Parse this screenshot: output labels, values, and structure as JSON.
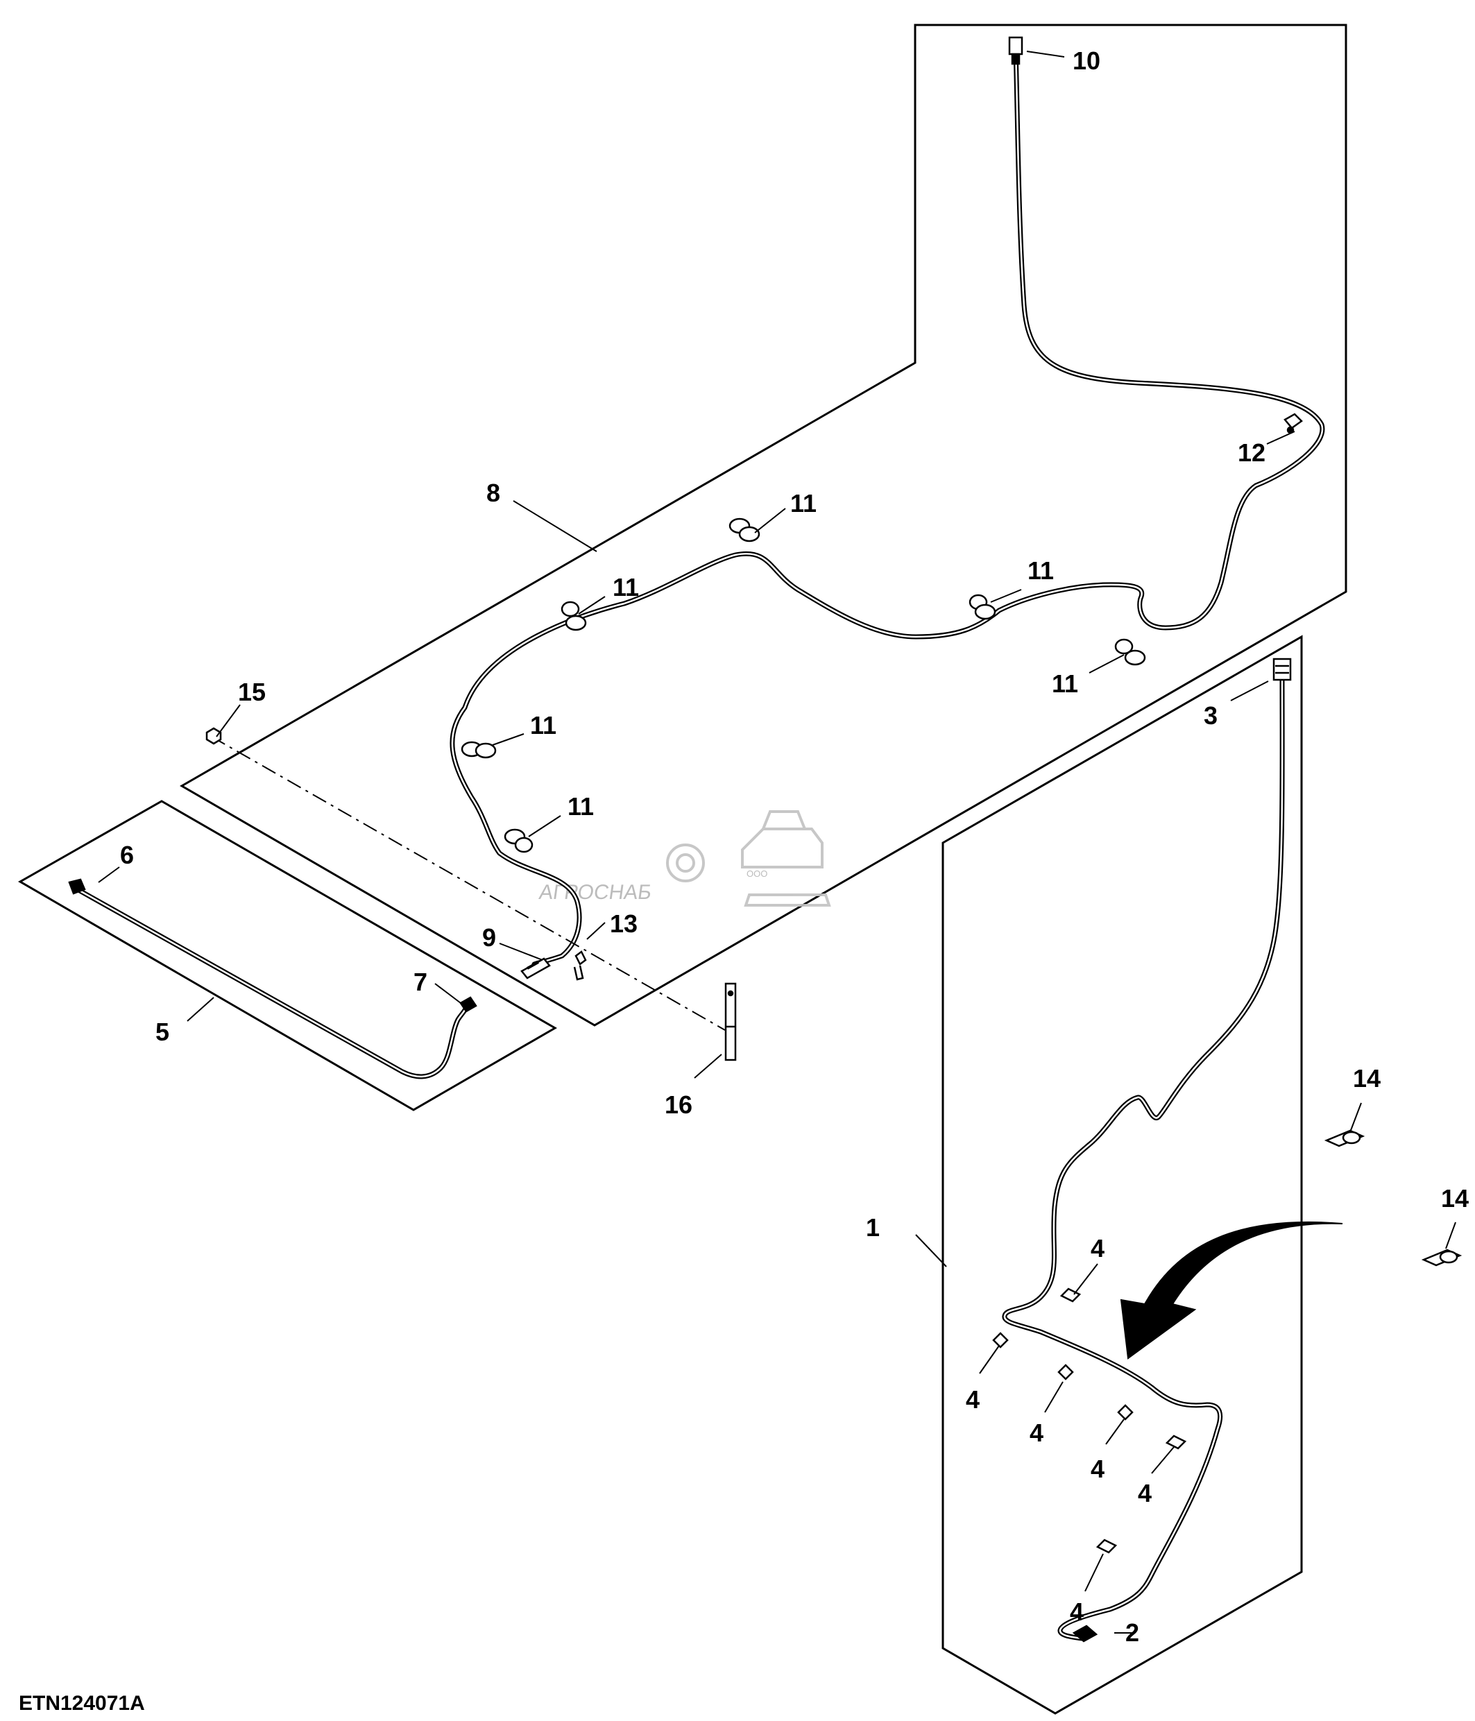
{
  "figure_id": "ETN124071A",
  "watermark": {
    "prefix": "ООО",
    "brand": "АГРОСНАБ"
  },
  "callouts": {
    "c1": "1",
    "c2": "2",
    "c3": "3",
    "c4a": "4",
    "c4b": "4",
    "c4c": "4",
    "c4d": "4",
    "c4e": "4",
    "c4f": "4",
    "c5": "5",
    "c6": "6",
    "c7": "7",
    "c8": "8",
    "c9": "9",
    "c10": "10",
    "c11a": "11",
    "c11b": "11",
    "c11c": "11",
    "c11d": "11",
    "c11e": "11",
    "c11f": "11",
    "c12": "12",
    "c13": "13",
    "c14a": "14",
    "c14b": "14",
    "c15": "15",
    "c16": "16"
  },
  "colors": {
    "line": "#000000",
    "watermark": "#b5b5b5"
  }
}
